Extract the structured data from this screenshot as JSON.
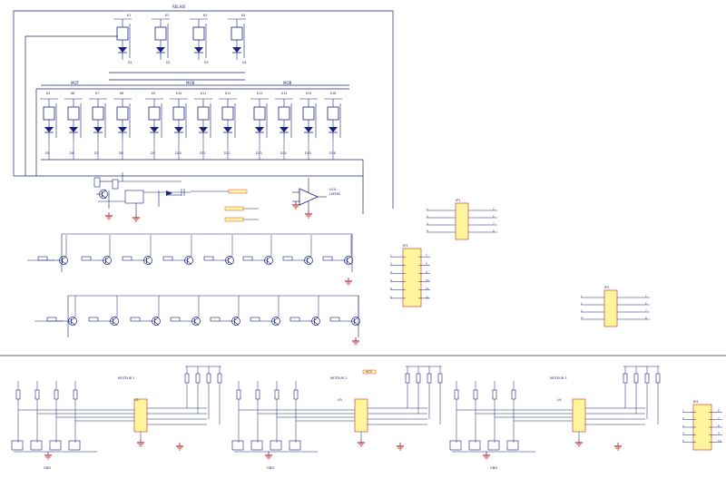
{
  "title_top": "RELAIS",
  "group_labels": [
    "MOT",
    "MOB",
    "MOB"
  ],
  "top_relays": [
    {
      "ref": "K1",
      "diode": "D1"
    },
    {
      "ref": "K2",
      "diode": "D2"
    },
    {
      "ref": "K3",
      "diode": "D3"
    },
    {
      "ref": "K4",
      "diode": "D4"
    }
  ],
  "middle_relays": [
    {
      "ref": "K5",
      "diode": "D5"
    },
    {
      "ref": "K6",
      "diode": "D6"
    },
    {
      "ref": "K7",
      "diode": "D7"
    },
    {
      "ref": "K8",
      "diode": "D8"
    },
    {
      "ref": "K9",
      "diode": "D9"
    },
    {
      "ref": "K10",
      "diode": "D10"
    },
    {
      "ref": "K11",
      "diode": "D11"
    },
    {
      "ref": "K12",
      "diode": "D12"
    },
    {
      "ref": "K13",
      "diode": "D13"
    },
    {
      "ref": "K14",
      "diode": "D14"
    },
    {
      "ref": "K15",
      "diode": "D15"
    },
    {
      "ref": "K16",
      "diode": "D16"
    }
  ],
  "connectors": {
    "j1": {
      "ref": "JP1",
      "pins": [
        "1",
        "2",
        "3",
        "4",
        "5",
        "6",
        "7",
        "8"
      ]
    },
    "j2": {
      "ref": "JP2",
      "pins": [
        "1",
        "2",
        "3",
        "4",
        "5",
        "6",
        "7",
        "8"
      ]
    },
    "j3": {
      "ref": "JP3",
      "pins": [
        "1",
        "2",
        "3",
        "4",
        "5",
        "6",
        "7",
        "8",
        "9",
        "10",
        "11",
        "12"
      ]
    },
    "j4": {
      "ref": "JP4",
      "pins": [
        "1",
        "2",
        "3",
        "4",
        "5",
        "6",
        "7",
        "8",
        "9",
        "10"
      ]
    }
  },
  "opamp": {
    "ref": "U1A",
    "part": "LM358"
  },
  "vcc_label": "VCC",
  "bottom_sections": [
    {
      "title": "MOTEUR 1",
      "ic": "U2",
      "gnd": "GND"
    },
    {
      "title": "MOTEUR 2",
      "ic": "U3",
      "gnd": "GND"
    },
    {
      "title": "MOTEUR 3",
      "ic": "U4",
      "gnd": "GND"
    }
  ]
}
